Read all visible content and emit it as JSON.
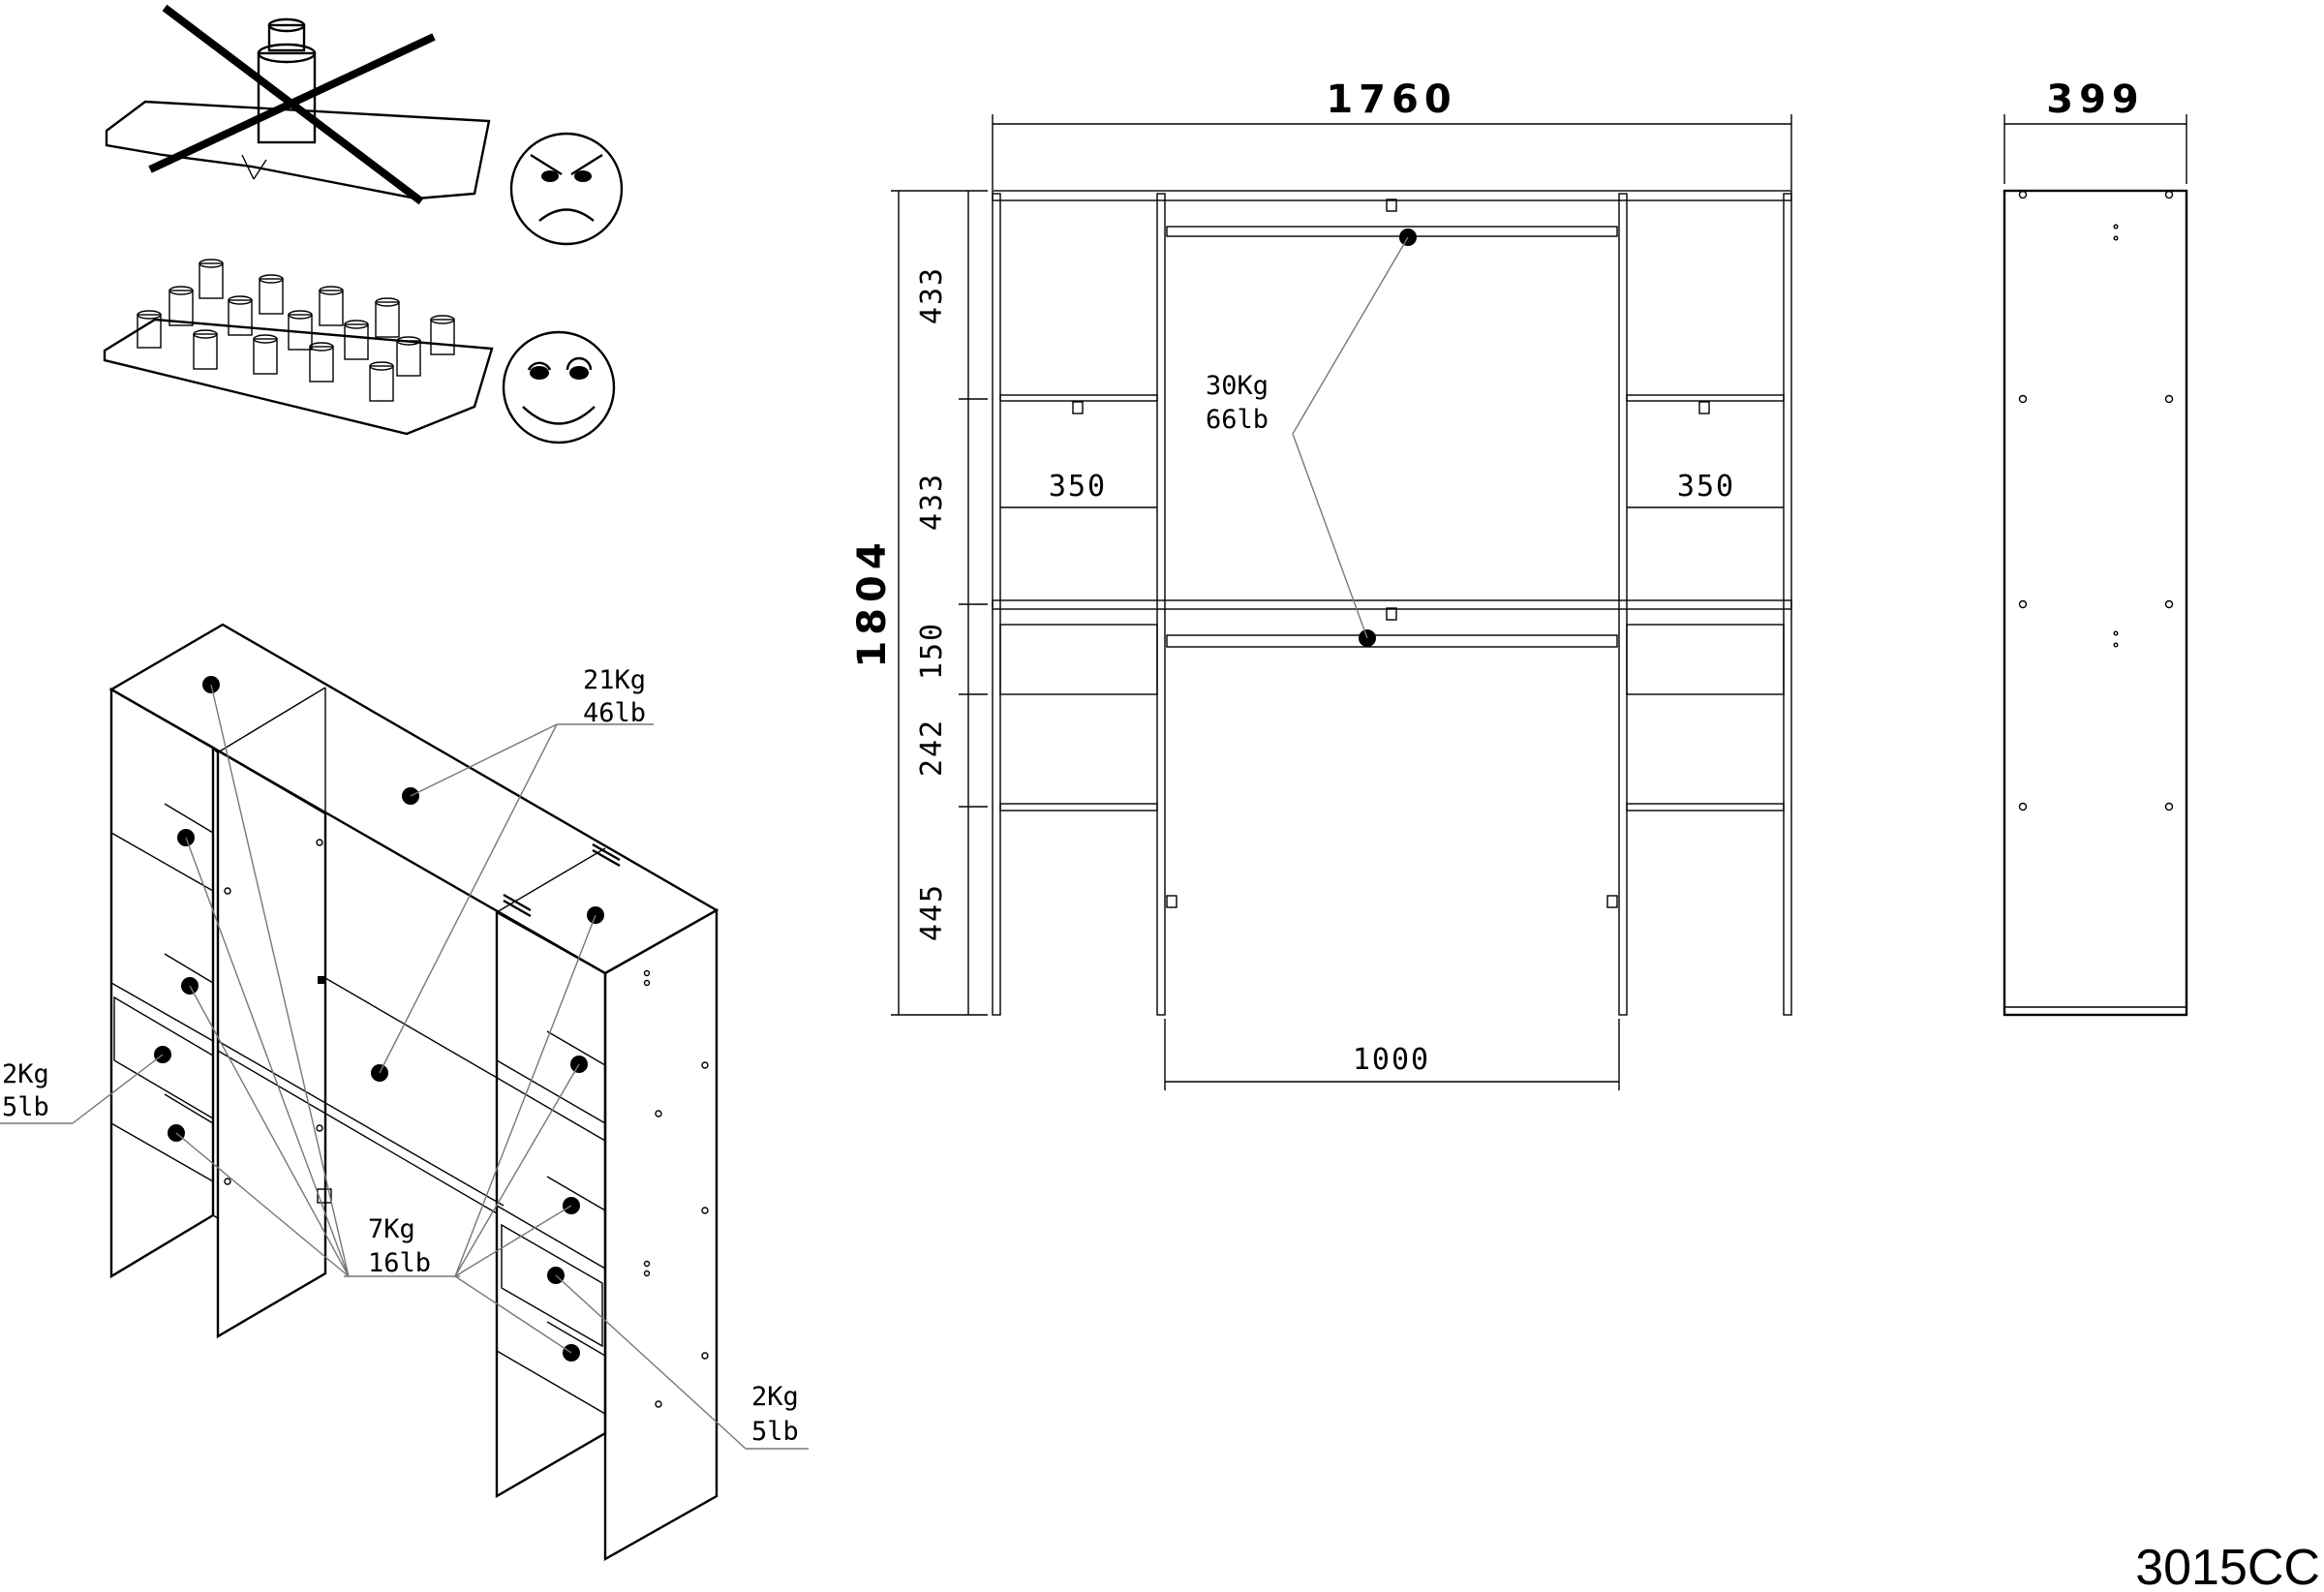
{
  "product_code": "3015CC",
  "front_view": {
    "total_width": "1760",
    "total_height": "1804",
    "center_width": "1000",
    "side_width_left": "350",
    "side_width_right": "350",
    "heights": [
      "433",
      "433",
      "150",
      "242",
      "445"
    ],
    "rail_load": [
      "30Kg",
      "66lb"
    ]
  },
  "side_view": {
    "depth": "399"
  },
  "isometric_view": {
    "top_load": [
      "21Kg",
      "46lb"
    ],
    "shelf_load": [
      "7Kg",
      "16lb"
    ],
    "drawer_load_left": [
      "2Kg",
      "5lb"
    ],
    "drawer_load_right": [
      "2Kg",
      "5lb"
    ]
  },
  "icons": [
    "concentrated-load-wrong-icon",
    "angry-face-icon",
    "distributed-load-correct-icon",
    "happy-face-icon"
  ]
}
